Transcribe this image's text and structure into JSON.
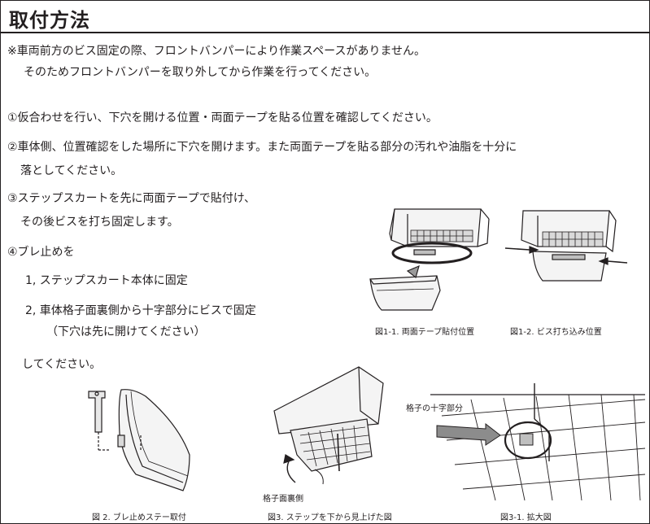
{
  "title": "取付方法",
  "note": {
    "line1": "※車両前方のビス固定の際、フロントバンパーにより作業スペースがありません。",
    "line2": "そのためフロントバンパーを取り外してから作業を行ってください。"
  },
  "steps": {
    "s1": "①仮合わせを行い、下穴を開ける位置・両面テープを貼る位置を確認してください。",
    "s2_line1": "②車体側、位置確認をした場所に下穴を開けます。また両面テープを貼る部分の汚れや油脂を十分に",
    "s2_line2": "落としてください。",
    "s3_line1": "③ステップスカートを先に両面テープで貼付け、",
    "s3_line2": "その後ビスを打ち固定します。",
    "s4": "④ブレ止めを",
    "s4_sub1": "1, ステップスカート本体に固定",
    "s4_sub2": "2, 車体格子面裏側から十字部分にビスで固定",
    "s4_sub2_note": "（下穴は先に開けてください）",
    "s4_end": "してください。"
  },
  "figures": {
    "fig1_1": "図1-1.  両面テープ貼付位置",
    "fig1_2": "図1-2.  ビス打ち込み位置",
    "fig2": "図 2.  ブレ止めステー取付",
    "fig3": "図3.  ステップを下から見上げた図",
    "fig3_1": "図3-1. 拡大図",
    "label_lattice_back": "格子面裏側",
    "label_cross": "格子の十字部分"
  }
}
